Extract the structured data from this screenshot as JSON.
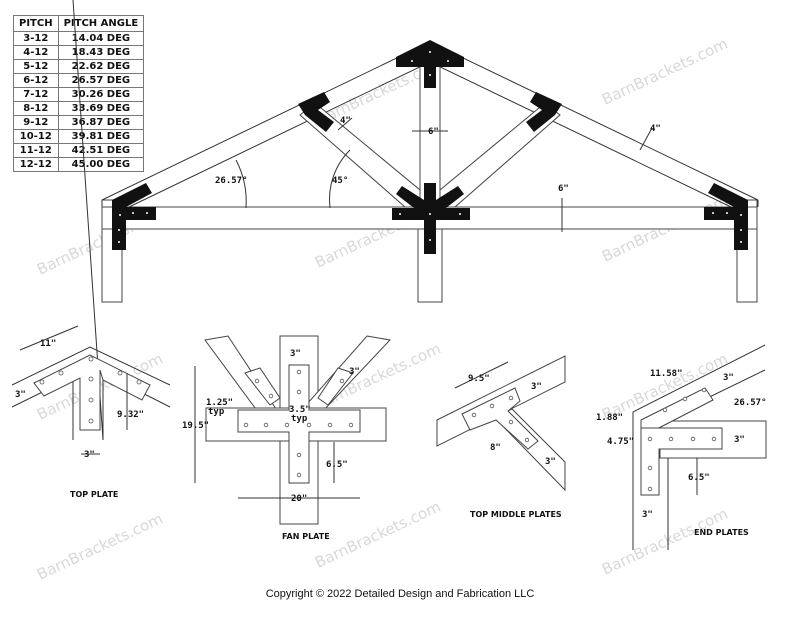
{
  "pitch_table": {
    "headers": [
      "PITCH",
      "PITCH ANGLE"
    ],
    "rows": [
      [
        "3-12",
        "14.04 DEG"
      ],
      [
        "4-12",
        "18.43 DEG"
      ],
      [
        "5-12",
        "22.62 DEG"
      ],
      [
        "6-12",
        "26.57 DEG"
      ],
      [
        "7-12",
        "30.26 DEG"
      ],
      [
        "8-12",
        "33.69 DEG"
      ],
      [
        "9-12",
        "36.87 DEG"
      ],
      [
        "10-12",
        "39.81 DEG"
      ],
      [
        "11-12",
        "42.51 DEG"
      ],
      [
        "12-12",
        "45.00 DEG"
      ]
    ]
  },
  "truss": {
    "roof_angle": "26.57°",
    "brace_angle": "45°",
    "brace_width": "4\"",
    "king_post_width": "6\"",
    "rafter_width": "4\"",
    "chord_width": "6\""
  },
  "top_plate": {
    "caption": "TOP PLATE",
    "length": "11\"",
    "leg_width": "3\"",
    "stem_length": "9.32\"",
    "stem_width": "3\""
  },
  "fan_plate": {
    "caption": "FAN PLATE",
    "stem_width": "3\"",
    "brace_width": "3\"",
    "edge_offset": "1.25\"",
    "edge_offset_note": "typ",
    "gap": "3.5\"",
    "gap_note": "typ",
    "height": "19.5\"",
    "lower_leg": "6.5\"",
    "width": "20\""
  },
  "top_middle_plates": {
    "caption": "TOP MIDDLE PLATES",
    "length": "9.5\"",
    "width": "3\"",
    "leg_length": "8\"",
    "leg_width": "3\""
  },
  "end_plates": {
    "caption": "END PLATES",
    "length": "11.58\"",
    "width": "3\"",
    "angle": "26.57°",
    "offset": "1.88\"",
    "height": "4.75\"",
    "leg_width": "3\"",
    "lower_leg": "6.5\"",
    "post_width": "3\""
  },
  "watermark": "BarnBrackets.com",
  "copyright": "Copyright © 2022 Detailed Design and Fabrication LLC"
}
